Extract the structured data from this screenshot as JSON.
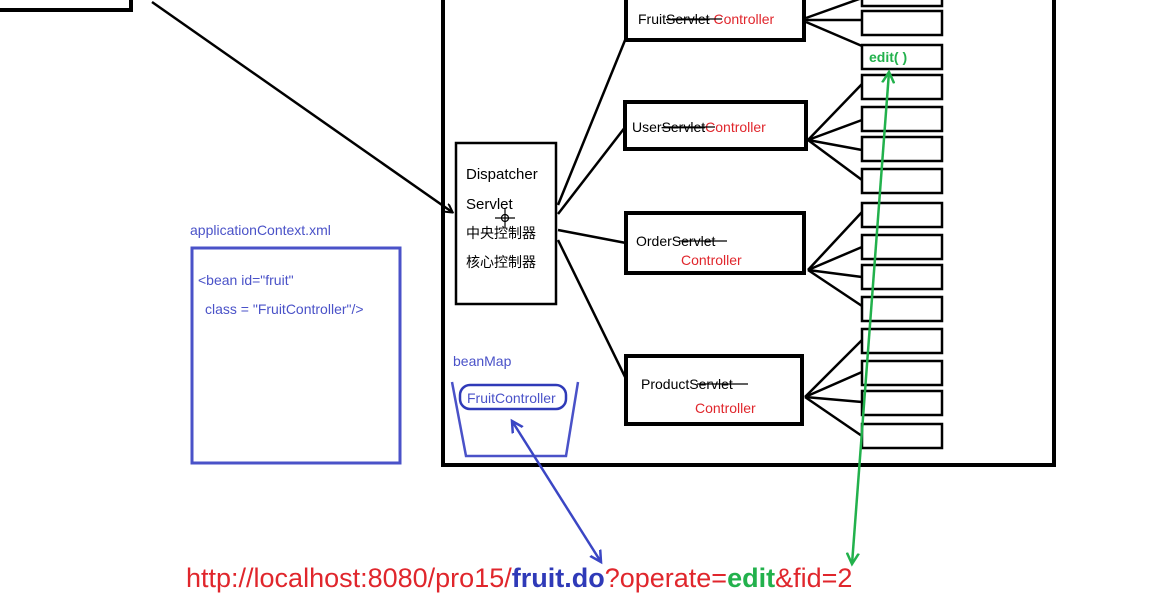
{
  "dispatcher": {
    "line1": "Dispatcher",
    "line2": "Servlet",
    "line3": "中央控制器",
    "line4": "核心控制器"
  },
  "controllers": [
    {
      "prefix": "Fruit",
      "struck": "Servlet",
      "suffix": "Controller"
    },
    {
      "prefix": "User",
      "struck": "Servlet",
      "suffix": "Controller"
    },
    {
      "prefix": "Order",
      "struck": "Servlet",
      "suffix": "Controller"
    },
    {
      "prefix": "Product",
      "struck": "Servlet",
      "suffix": "Controller"
    }
  ],
  "edit_method": "edit( )",
  "app_context": {
    "title": "applicationContext.xml",
    "line1": "<bean id=\"fruit\"",
    "line2": "class = \"FruitController\"/>"
  },
  "bean_map": {
    "title": "beanMap",
    "item": "FruitController"
  },
  "url": {
    "part1": "http://localhost:8080/pro15/",
    "part2": "fruit.do",
    "part3": "?operate=",
    "part4": "edit",
    "part5": "&fid=2"
  },
  "colors": {
    "black": "#000000",
    "red": "#e0262c",
    "blue": "#4a52c8",
    "dark_blue": "#2f3ab8",
    "green": "#22b14c"
  }
}
